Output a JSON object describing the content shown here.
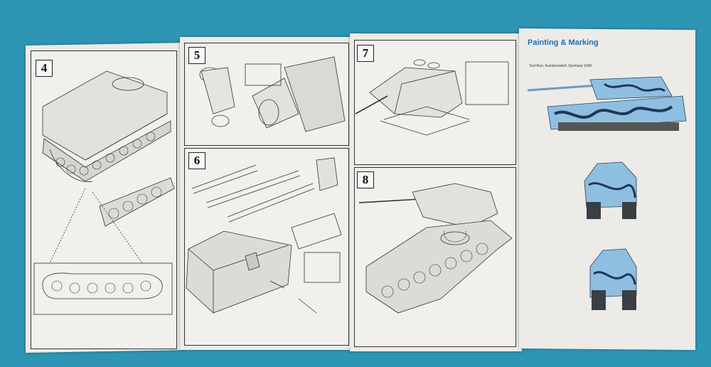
{
  "steps": [
    "4",
    "5",
    "6",
    "7",
    "8"
  ],
  "painting": {
    "title": "Painting & Marking",
    "caption": "Test Run, Kummersdorf, Germany 1945"
  },
  "colors": {
    "background": "#2f95b4",
    "paper": "#ecebe8",
    "accent_blue": "#1c6fb0",
    "camo_light": "#8fbfe0",
    "camo_dark": "#1f3658"
  }
}
